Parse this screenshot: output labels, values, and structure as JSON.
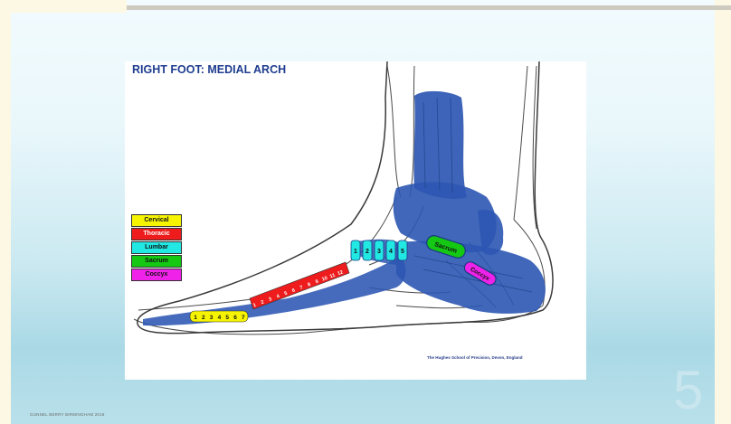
{
  "figure": {
    "title": "RIGHT FOOT: MEDIAL ARCH",
    "credit": "The Hughes School of Precision, Devon, England"
  },
  "legend": [
    {
      "label": "Cervical",
      "color": "#f6f400",
      "text_color": "#111111"
    },
    {
      "label": "Thoracic",
      "color": "#ee1c1c",
      "text_color": "#ffffff"
    },
    {
      "label": "Lumbar",
      "color": "#22e8e4",
      "text_color": "#111111"
    },
    {
      "label": "Sacrum",
      "color": "#14c814",
      "text_color": "#111111"
    },
    {
      "label": "Coccyx",
      "color": "#ee22e8",
      "text_color": "#111111"
    }
  ],
  "vertebrae": {
    "cervical": [
      "1",
      "2",
      "3",
      "4",
      "5",
      "6",
      "7"
    ],
    "thoracic": [
      "1",
      "2",
      "3",
      "4",
      "5",
      "6",
      "7",
      "8",
      "9",
      "10",
      "11",
      "12"
    ],
    "lumbar": [
      "1",
      "2",
      "3",
      "4",
      "5"
    ],
    "sacrum": "Sacrum",
    "coccyx": "Coccyx"
  },
  "colors": {
    "muscle_blue": "#2c57b3",
    "bone_outline": "#3a3a3a"
  },
  "footer": {
    "text": "GUNNEL BERRY BIRMINGHAM 2018",
    "slide_number": "5"
  }
}
